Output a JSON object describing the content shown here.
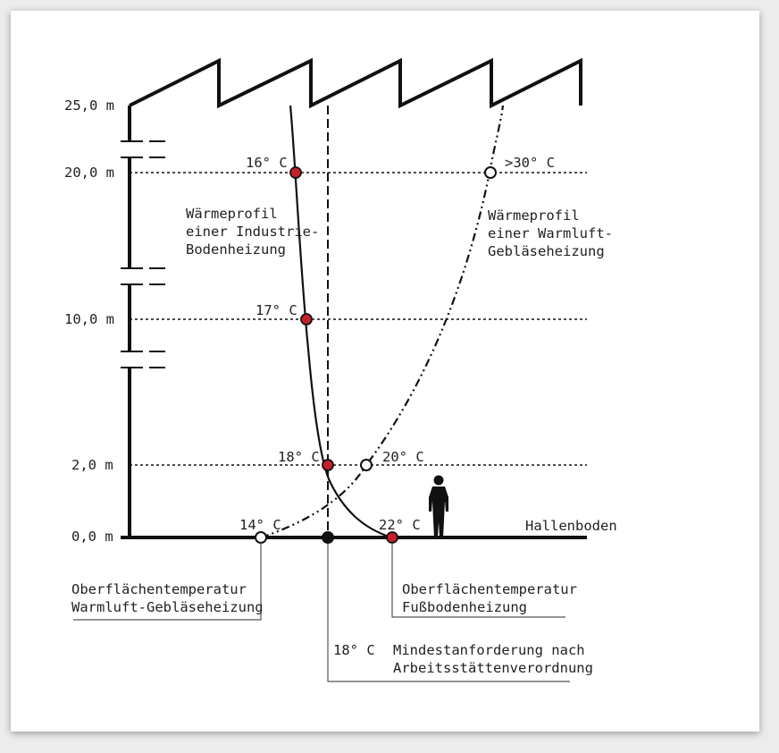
{
  "diagram": {
    "y_axis_labels": [
      "25,0 m",
      "20,0 m",
      "10,0 m",
      "2,0 m",
      "0,0 m"
    ],
    "temperatures": {
      "floor_heating_20m": "16° C",
      "floor_heating_10m": "17° C",
      "floor_heating_2m": "18° C",
      "floor_heating_surface": "22° C",
      "warm_air_20m": ">30° C",
      "warm_air_2m": "20° C",
      "warm_air_surface": "14° C"
    },
    "profile_floor_heating": [
      "Wärmeprofil",
      "einer Industrie-",
      "Bodenheizung"
    ],
    "profile_warm_air": [
      "Wärmeprofil",
      "einer Warmluft-",
      "Gebläseheizung"
    ],
    "floor_label": "Hallenboden",
    "surface_warm_air": [
      "Oberflächentemperatur",
      "Warmluft-Gebläseheizung"
    ],
    "surface_floor": [
      "Oberflächentemperatur",
      "Fußbodenheizung"
    ],
    "minimum_temp": "18° C",
    "minimum_text": [
      "Mindestanforderung nach",
      "Arbeitsstättenverordnung"
    ],
    "colors": {
      "marker_red": "#c8202a",
      "line": "#111111"
    }
  }
}
